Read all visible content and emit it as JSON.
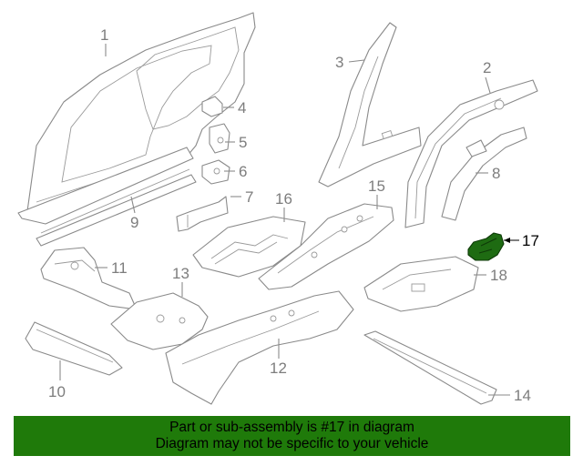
{
  "diagram": {
    "callouts": {
      "c1": "1",
      "c2": "2",
      "c3": "3",
      "c4": "4",
      "c5": "5",
      "c6": "6",
      "c7": "7",
      "c8": "8",
      "c9": "9",
      "c10": "10",
      "c11": "11",
      "c12": "12",
      "c13": "13",
      "c14": "14",
      "c15": "15",
      "c16": "16",
      "c17": "17",
      "c18": "18"
    },
    "highlighted_part": "17",
    "highlight_color": "#1e6b12"
  },
  "banner": {
    "line1": "Part or sub-assembly is #17 in diagram",
    "line2": "Diagram may not be specific to your vehicle",
    "background": "#1f7a0a"
  }
}
